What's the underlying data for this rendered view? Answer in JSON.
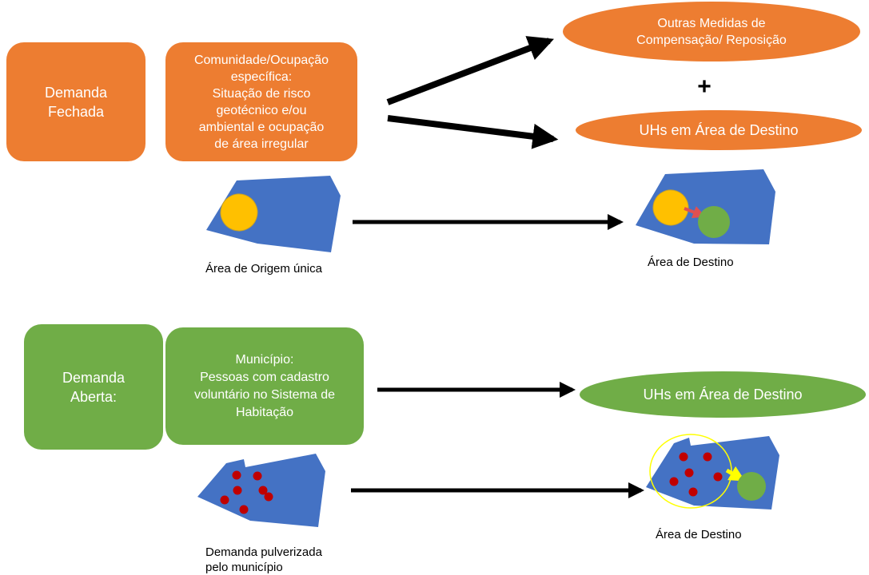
{
  "closed_demand": {
    "label": "Demanda\nFechada",
    "community_box": "Comunidade/Ocupação\nespecífica:\nSituação de risco\ngeotécnico e/ou\nambiental e ocupação\nde área irregular",
    "outcome_other": "Outras Medidas de\nCompensação/ Reposição",
    "plus_sign": "+",
    "outcome_units": "UHs em Área de Destino",
    "origin_caption": "Área de Origem única",
    "destination_caption": "Área de Destino"
  },
  "open_demand": {
    "label": "Demanda\nAberta:",
    "municipality_box": "Município:\nPessoas com cadastro\nvoluntário no Sistema de\nHabitação",
    "outcome_units": "UHs em Área de Destino",
    "origin_caption": "Demanda pulverizada\npelo município",
    "destination_caption": "Área de Destino"
  },
  "colors": {
    "closed_accent": "#ED7D31",
    "open_accent": "#70AD47",
    "map_area": "#4472C4",
    "origin_zone": "#FFC000",
    "destination_zone": "#70AD47",
    "household_dot": "#C00000",
    "relocation_arrow_closed": "#E05050",
    "relocation_arrow_open": "#FFFF00"
  }
}
